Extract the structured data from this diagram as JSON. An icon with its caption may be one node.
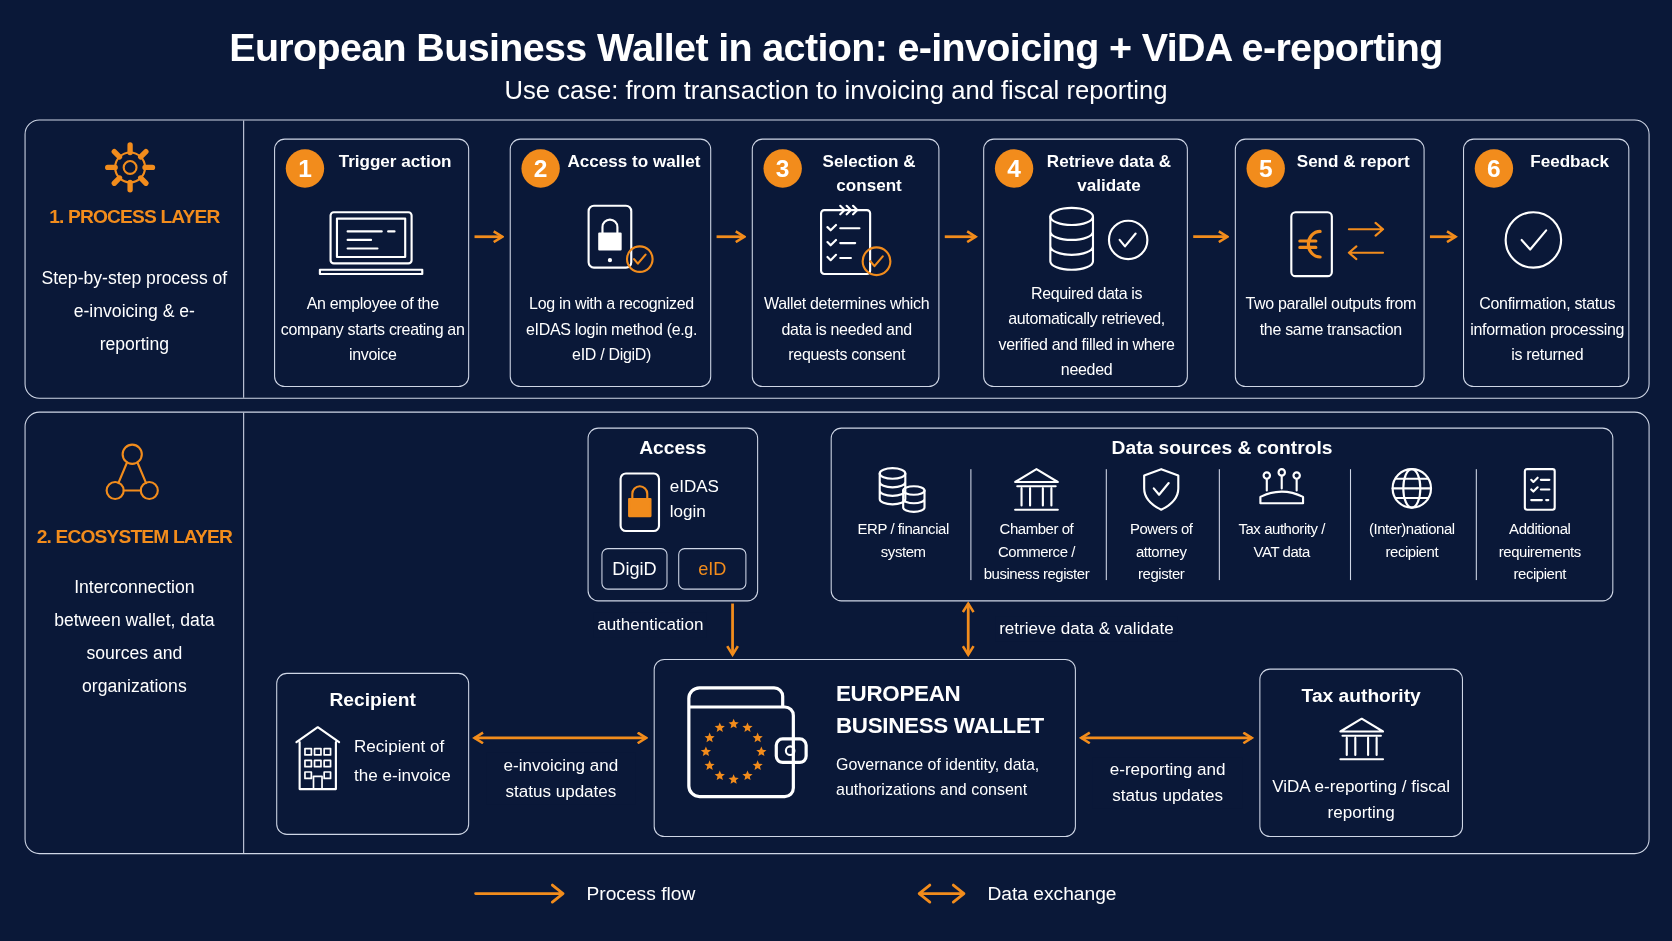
{
  "diagram": {
    "title": "European Business Wallet in action: e-invoicing + ViDA e-reporting",
    "labels": [
      "Use case: from transaction to invoicing and fiscal reporting"
    ],
    "nodes": [
      {
        "text": [
          "1. PROCESS LAYER",
          "Step-by-step process of e-invoicing & e-reporting"
        ]
      },
      {
        "text": [
          "1",
          "Trigger action",
          "An employee of the company starts creating an invoice"
        ],
        "in": 0
      },
      {
        "text": [
          "2",
          "Access to wallet",
          "Log in with a recognized eIDAS login method (e.g. eID / DigiD)"
        ],
        "in": 0
      },
      {
        "text": [
          "3",
          "Selection & consent",
          "Wallet determines which data is needed and requests consent"
        ],
        "in": 0
      },
      {
        "text": [
          "4",
          "Retrieve data & validate",
          "Required data is automatically retrieved, verified and filled in where needed"
        ],
        "in": 0
      },
      {
        "text": [
          "5",
          "Send & report",
          "Two parallel outputs from the same transaction"
        ],
        "in": 0
      },
      {
        "text": [
          "6",
          "Feedback",
          "Confirmation, status information processing is returned"
        ],
        "in": 0
      },
      {
        "text": [
          "2. ECOSYSTEM LAYER",
          "Interconnection between wallet, data sources and organizations"
        ]
      },
      {
        "text": [
          "Access",
          "eIDAS login"
        ],
        "in": 7
      },
      {
        "text": [
          "DigiD"
        ],
        "in": 8
      },
      {
        "text": [
          "eID"
        ],
        "in": 8
      },
      {
        "text": [
          "Data sources & controls",
          "ERP / financial system",
          "Chamber of Commerce / business register",
          "Powers of attorney register",
          "Tax authority / VAT data",
          "(Inter)national recipient",
          "Additional requirements recipient"
        ],
        "in": 7
      },
      {
        "text": [
          "Recipient",
          "Recipient of the e-invoice"
        ],
        "in": 7
      },
      {
        "text": [
          "EUROPEAN BUSINESS WALLET",
          "Governance of identity, data, authorizations and consent"
        ],
        "in": 7
      },
      {
        "text": [
          "Tax authority",
          "ViDA e-reporting / fiscal reporting"
        ],
        "in": 7
      }
    ],
    "edges": [
      {
        "from": 1,
        "to": 2,
        "arrow": "to"
      },
      {
        "from": 2,
        "to": 3,
        "arrow": "to"
      },
      {
        "from": 3,
        "to": 4,
        "arrow": "to"
      },
      {
        "from": 4,
        "to": 5,
        "arrow": "to"
      },
      {
        "from": 5,
        "to": 6,
        "arrow": "to"
      },
      {
        "from": 8,
        "to": 13,
        "arrow": "to",
        "label": "authentication"
      },
      {
        "from": 11,
        "to": 13,
        "arrow": "both",
        "label": "retrieve data & validate"
      },
      {
        "from": 12,
        "to": 13,
        "arrow": "both",
        "label": "e-invoicing and status updates"
      },
      {
        "from": 13,
        "to": 14,
        "arrow": "both",
        "label": "e-reporting and status updates"
      }
    ],
    "legend": [
      {
        "text": "Process flow"
      },
      {
        "text": "Data exchange"
      }
    ]
  }
}
